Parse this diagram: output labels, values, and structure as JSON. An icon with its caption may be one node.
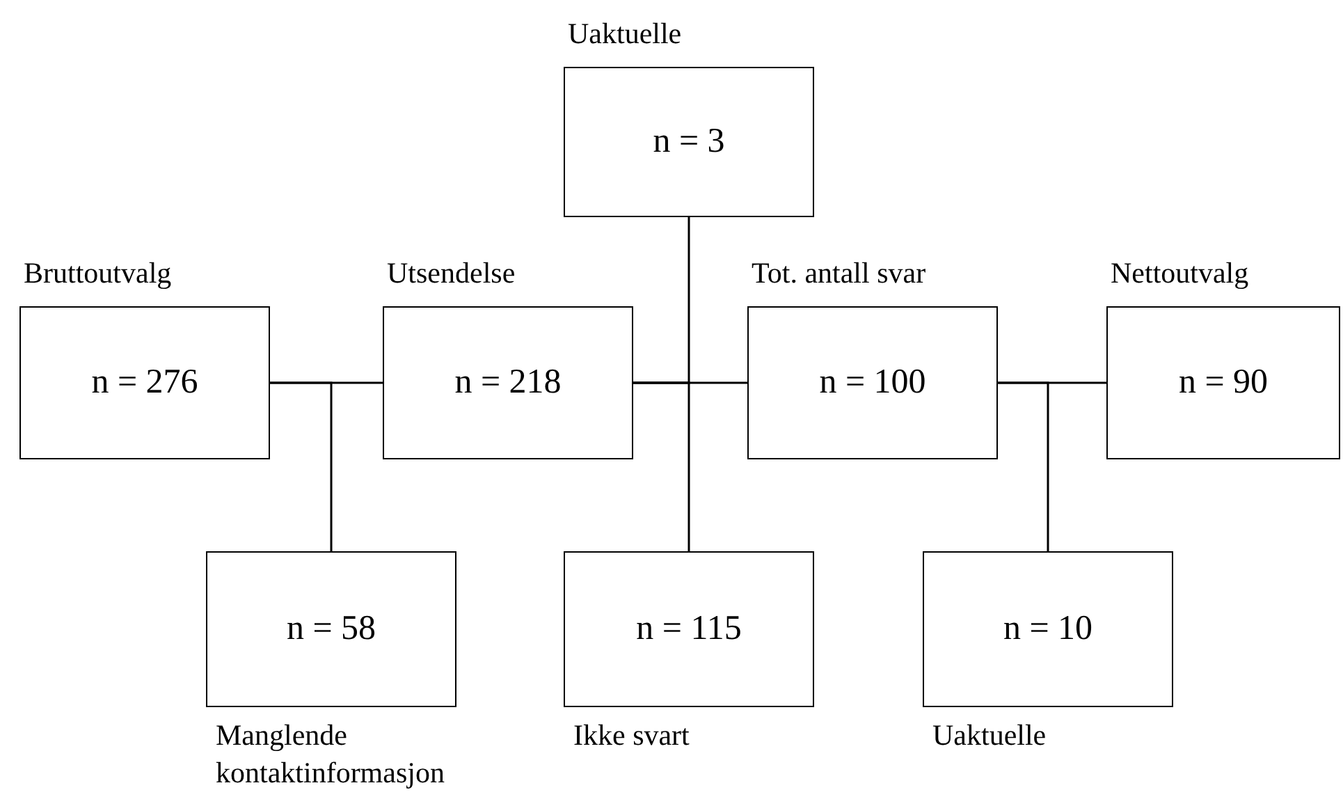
{
  "diagram": {
    "nodes": [
      {
        "text": [
          "Bruttoutvalg",
          "n = 276"
        ]
      },
      {
        "text": [
          "Utsendelse",
          "n = 218"
        ]
      },
      {
        "text": [
          "Uaktuelle",
          "n = 3"
        ]
      },
      {
        "text": [
          "Tot. antall svar",
          "n = 100"
        ]
      },
      {
        "text": [
          "Nettoutvalg",
          "n = 90"
        ]
      },
      {
        "text": [
          "n = 58",
          "Manglende kontaktinformasjon"
        ]
      },
      {
        "text": [
          "n = 115",
          "Ikke svart"
        ]
      },
      {
        "text": [
          "n = 10",
          "Uaktuelle"
        ]
      }
    ],
    "edges": [
      {
        "from": 0,
        "to": 1,
        "arrow": "none"
      },
      {
        "from": 0,
        "to": 5,
        "arrow": "none"
      },
      {
        "from": 1,
        "to": 3,
        "arrow": "none"
      },
      {
        "from": 1,
        "to": 2,
        "arrow": "none"
      },
      {
        "from": 1,
        "to": 6,
        "arrow": "none"
      },
      {
        "from": 3,
        "to": 4,
        "arrow": "none"
      },
      {
        "from": 3,
        "to": 7,
        "arrow": "none"
      }
    ]
  }
}
